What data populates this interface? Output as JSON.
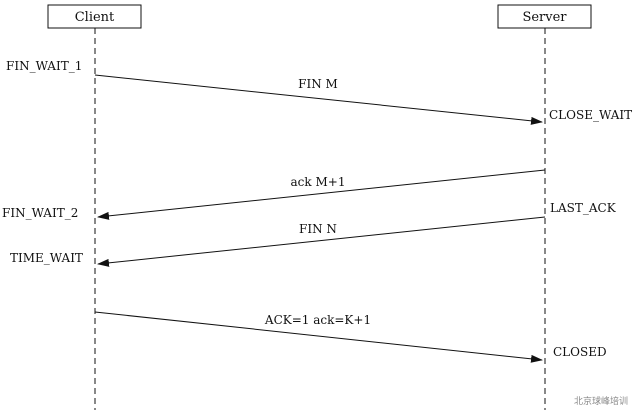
{
  "participants": {
    "client": "Client",
    "server": "Server"
  },
  "client_states": {
    "s1": "FIN_WAIT_1",
    "s2": "FIN_WAIT_2",
    "s3": "TIME_WAIT"
  },
  "server_states": {
    "s1": "CLOSE_WAIT",
    "s2": "LAST_ACK",
    "s3": "CLOSED"
  },
  "messages": {
    "m1": "FIN M",
    "m2": "ack M+1",
    "m3": "FIN N",
    "m4": "ACK=1 ack=K+1"
  },
  "watermark": "北京球峰培训"
}
